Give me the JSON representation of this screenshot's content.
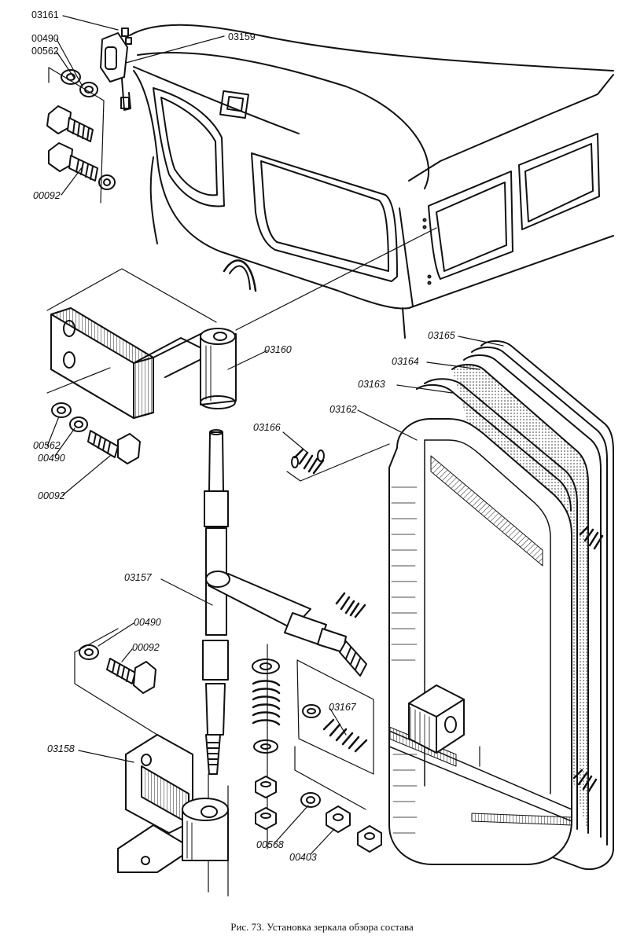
{
  "figure": {
    "caption": "Рис. 73. Установка зеркала обзора состава",
    "labels": {
      "p03161": "03161",
      "p00490_top": "00490",
      "p00562_top": "00562",
      "p03159": "03159",
      "p00092_top": "00092",
      "p03160": "03160",
      "p03165": "03165",
      "p03164": "03164",
      "p03163": "03163",
      "p03162": "03162",
      "p03166": "03166",
      "p00562_mid": "00562",
      "p00490_mid": "00490",
      "p00092_mid": "00092",
      "p03157": "03157",
      "p00490_low": "00490",
      "p00092_low": "00092",
      "p03167": "03167",
      "p03158": "03158",
      "p00568": "00568",
      "p00403": "00403"
    }
  }
}
